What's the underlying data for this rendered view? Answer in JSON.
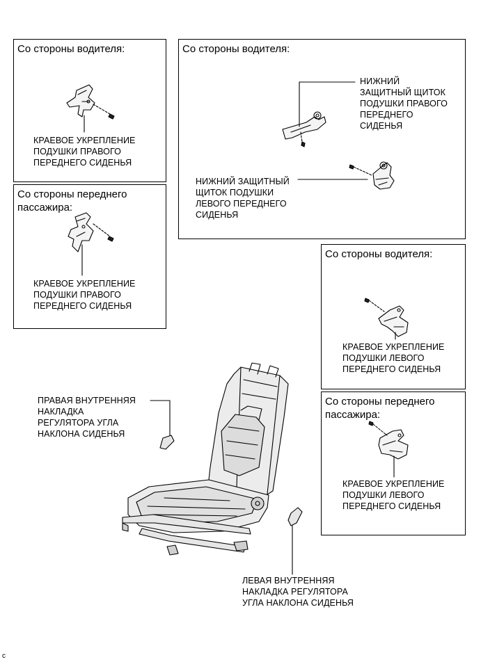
{
  "panels": {
    "driver_right_edge": {
      "title": "Со стороны водителя:",
      "label": "КРАЕВОЕ УКРЕПЛЕНИЕ\nПОДУШКИ ПРАВОГО\nПЕРЕДНЕГО СИДЕНЬЯ"
    },
    "passenger_right_edge": {
      "title": "Со стороны переднего\nпассажира:",
      "label": "КРАЕВОЕ УКРЕПЛЕНИЕ\nПОДУШКИ ПРАВОГО\nПЕРЕДНЕГО СИДЕНЬЯ"
    },
    "driver_lower_shields": {
      "title": "Со стороны водителя:",
      "label_right_shield": "НИЖНИЙ\nЗАЩИТНЫЙ ЩИТОК\nПОДУШКИ ПРАВОГО\nПЕРЕДНЕГО\nСИДЕНЬЯ",
      "label_left_shield": "НИЖНИЙ ЗАЩИТНЫЙ\nЩИТОК ПОДУШКИ\nЛЕВОГО ПЕРЕДНЕГО\nСИДЕНЬЯ"
    },
    "driver_left_edge": {
      "title": "Со стороны водителя:",
      "label": "КРАЕВОЕ УКРЕПЛЕНИЕ\nПОДУШКИ ЛЕВОГО\nПЕРЕДНЕГО СИДЕНЬЯ"
    },
    "passenger_left_edge": {
      "title": "Со стороны переднего\nпассажира:",
      "label": "КРАЕВОЕ УКРЕПЛЕНИЕ\nПОДУШКИ ЛЕВОГО\nПЕРЕДНЕГО СИДЕНЬЯ"
    }
  },
  "seat": {
    "label_right_cover": "ПРАВАЯ ВНУТРЕННЯЯ\nНАКЛАДКА\nРЕГУЛЯТОРА УГЛА\nНАКЛОНА СИДЕНЬЯ",
    "label_left_cover": "ЛЕВАЯ ВНУТРЕННЯЯ\nНАКЛАДКА РЕГУЛЯТОРА\nУГЛА НАКЛОНА СИДЕНЬЯ"
  },
  "corner_mark": "c"
}
